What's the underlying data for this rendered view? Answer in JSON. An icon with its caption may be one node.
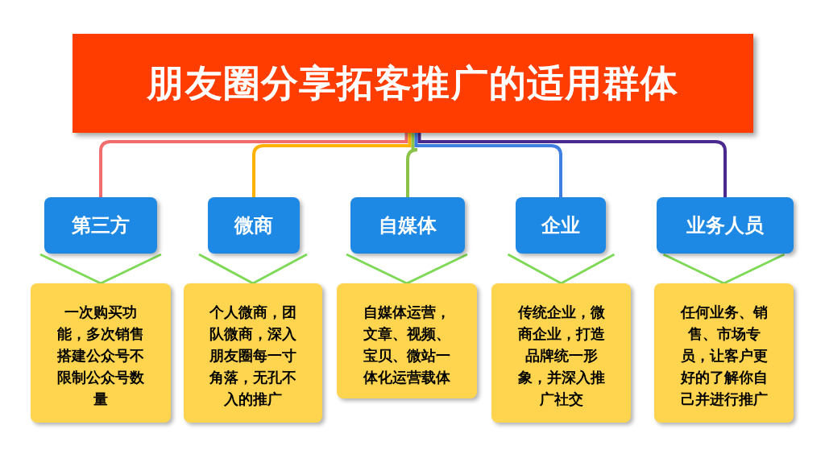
{
  "diagram": {
    "nodes": [
      {
        "text": [
          "朋友圈分享拓客推广的适用群体"
        ]
      },
      {
        "text": [
          "第三方"
        ]
      },
      {
        "text": [
          "微商"
        ]
      },
      {
        "text": [
          "自媒体"
        ]
      },
      {
        "text": [
          "企业"
        ]
      },
      {
        "text": [
          "业务人员"
        ]
      },
      {
        "text": [
          "一次购买功能，多次销售搭建公众号不限制公众号数量"
        ]
      },
      {
        "text": [
          "个人微商，团队微商，深入朋友圈每一寸角落，无孔不入的推广"
        ]
      },
      {
        "text": [
          "自媒体运营，文章、视频、宝贝、微站一体化运营载体"
        ]
      },
      {
        "text": [
          "传统企业，微商企业，打造品牌统一形象，并深入推广社交"
        ]
      },
      {
        "text": [
          "任何业务、销售、市场专员，让客户更好的了解你自己并进行推广"
        ]
      }
    ],
    "edges": [
      {
        "from": 0,
        "to": 1,
        "arrow": "none",
        "color": "#f26d6d"
      },
      {
        "from": 0,
        "to": 2,
        "arrow": "none",
        "color": "#ffb300"
      },
      {
        "from": 0,
        "to": 3,
        "arrow": "none",
        "color": "#8bc34a"
      },
      {
        "from": 0,
        "to": 4,
        "arrow": "none",
        "color": "#3f7fe0"
      },
      {
        "from": 0,
        "to": 5,
        "arrow": "none",
        "color": "#4b2a8f"
      },
      {
        "from": 1,
        "to": 6,
        "arrow": "none",
        "color": "#7ed957"
      },
      {
        "from": 2,
        "to": 7,
        "arrow": "none",
        "color": "#7ed957"
      },
      {
        "from": 3,
        "to": 8,
        "arrow": "none",
        "color": "#7ed957"
      },
      {
        "from": 4,
        "to": 9,
        "arrow": "none",
        "color": "#7ed957"
      },
      {
        "from": 5,
        "to": 10,
        "arrow": "none",
        "color": "#7ed957"
      }
    ]
  }
}
